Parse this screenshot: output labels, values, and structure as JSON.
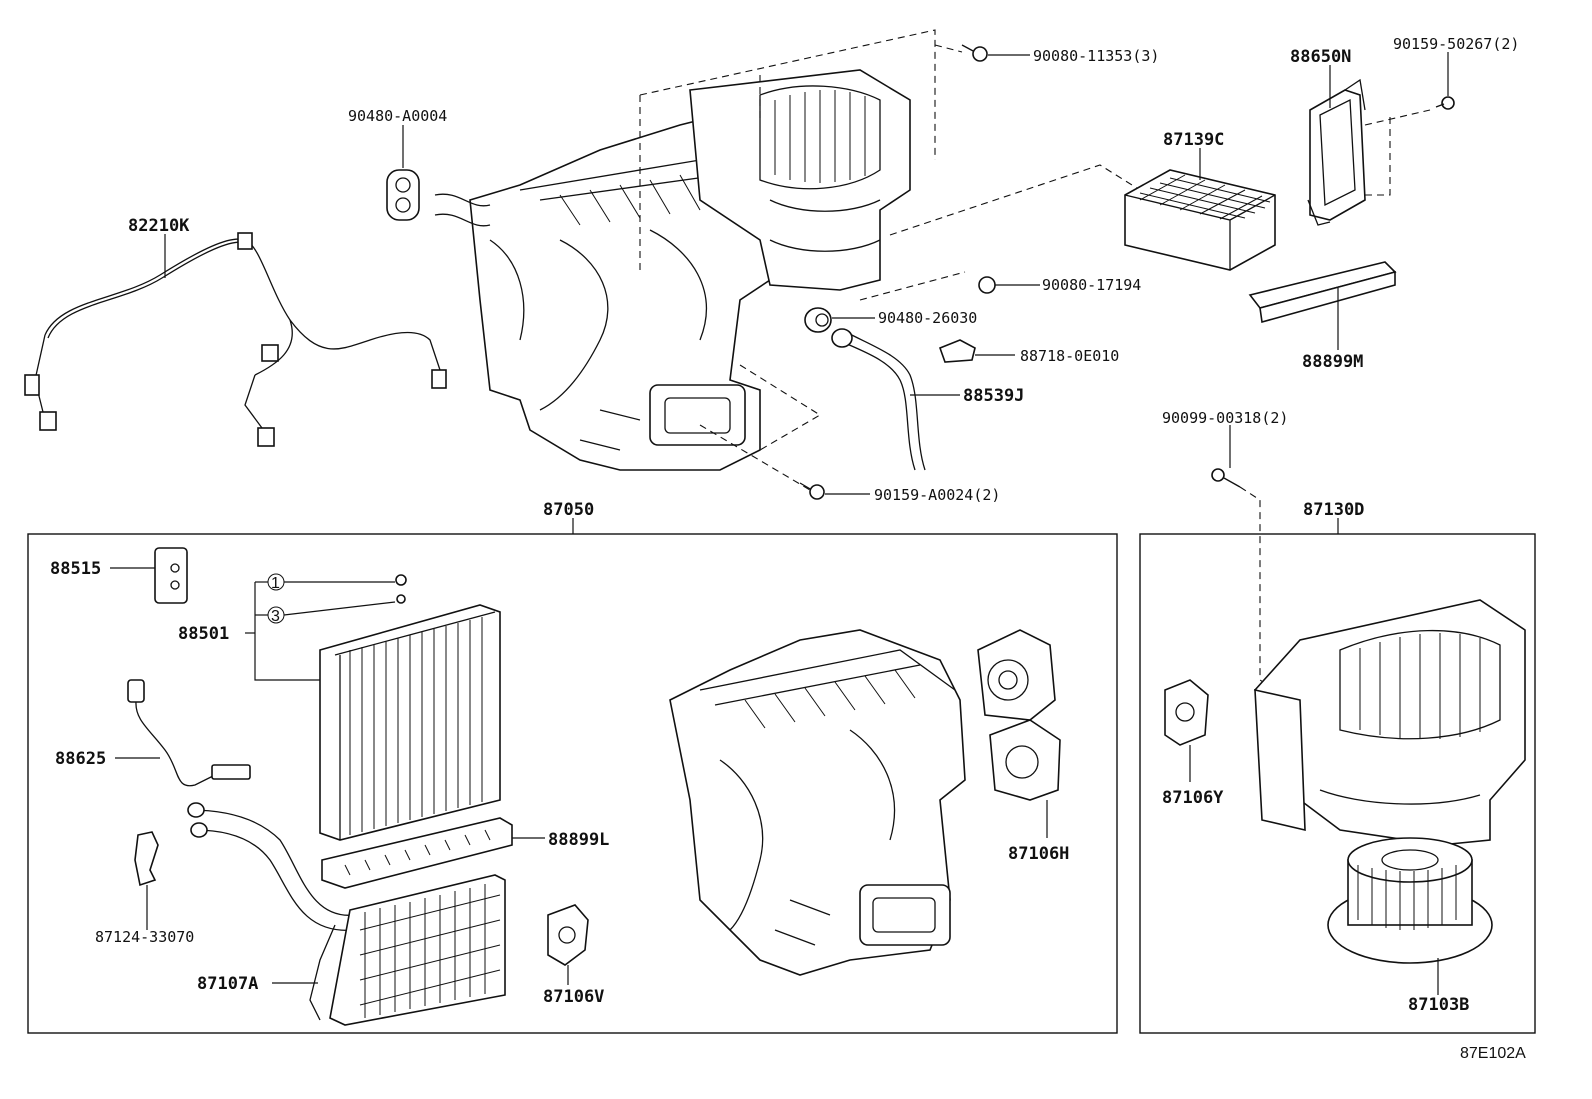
{
  "diagram": {
    "reference": "87E102A",
    "labels": {
      "p90080_11353": "90080-11353(3)",
      "p90159_50267": "90159-50267(2)",
      "p88650N": "88650N",
      "p90480_A0004": "90480-A0004",
      "p87139C": "87139C",
      "p82210K": "82210K",
      "p90080_17194": "90080-17194",
      "p90480_26030": "90480-26030",
      "p88718_0E010": "88718-0E010",
      "p88899M": "88899M",
      "p88539J": "88539J",
      "p90099_00318": "90099-00318(2)",
      "p90159_A0024": "90159-A0024(2)",
      "p87050": "87050",
      "p87130D": "87130D",
      "p88515": "88515",
      "p88501": "88501",
      "circ1": "1",
      "circ3": "3",
      "p88625": "88625",
      "p88899L": "88899L",
      "p87106H": "87106H",
      "p87106Y": "87106Y",
      "p87124_33070": "87124-33070",
      "p87107A": "87107A",
      "p87106V": "87106V",
      "p87103B": "87103B"
    }
  }
}
